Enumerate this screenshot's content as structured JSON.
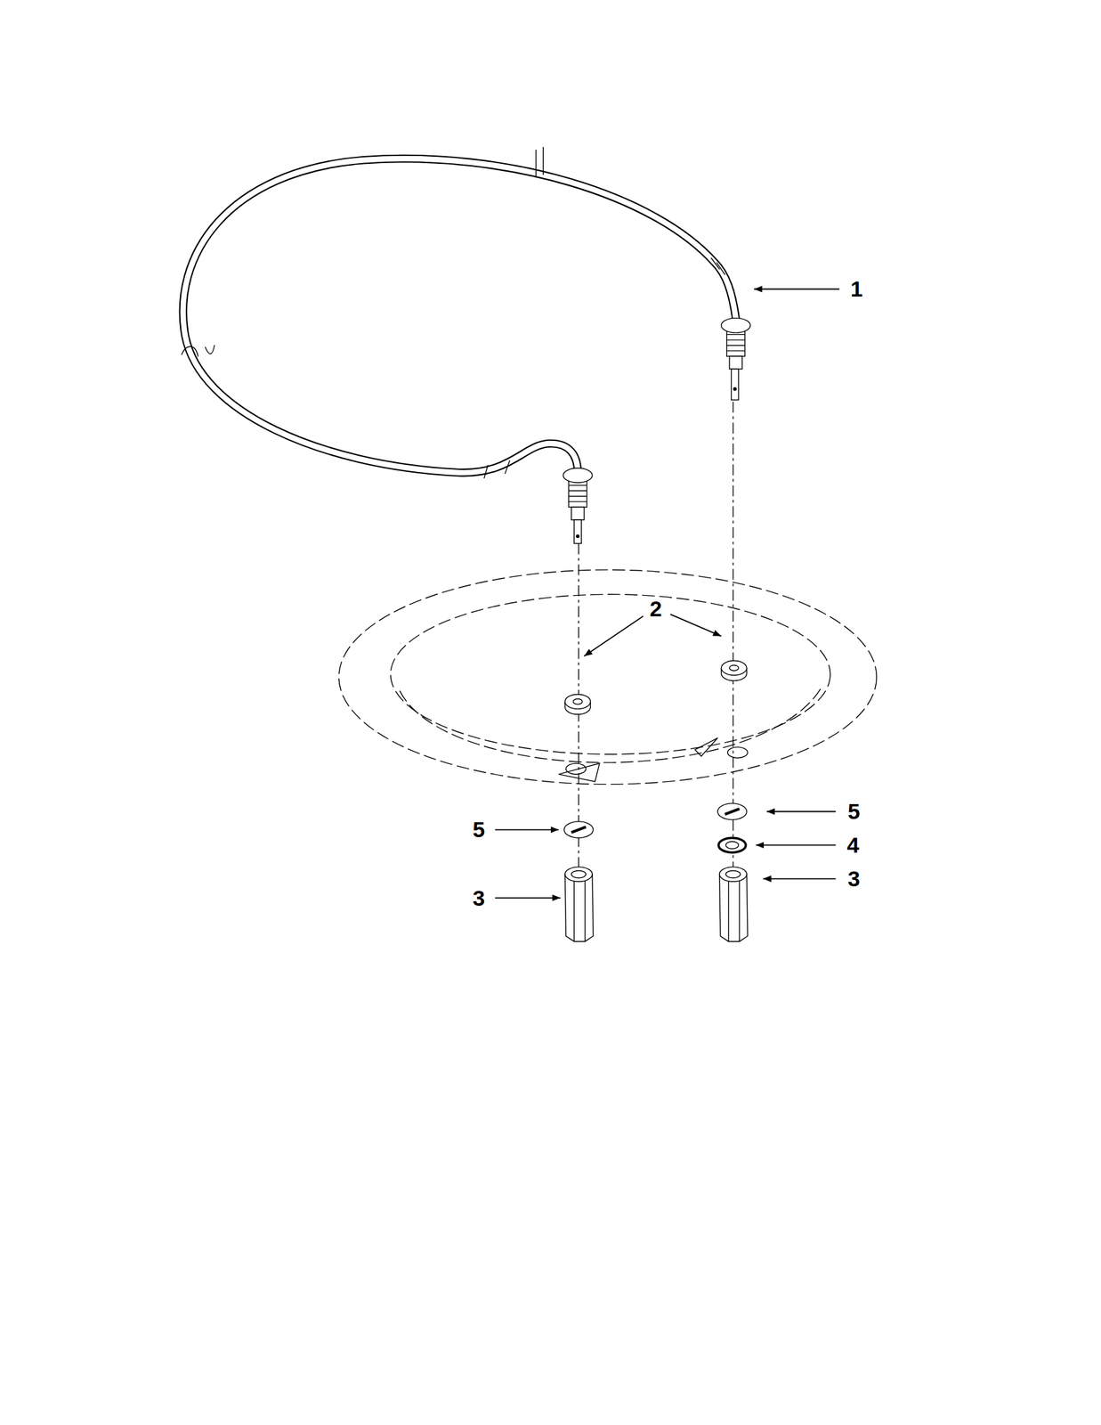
{
  "diagram": {
    "labels": [
      "1",
      "2",
      "5",
      "5",
      "4",
      "3",
      "3"
    ]
  }
}
